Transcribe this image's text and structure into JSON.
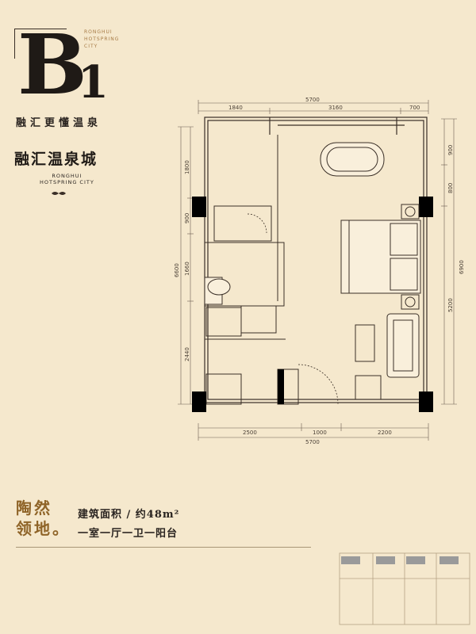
{
  "header": {
    "unit_letter": "B",
    "unit_number": "1",
    "brand_small_lines": [
      "RONGHUI",
      "HOTSPRING",
      "CITY"
    ],
    "slogan": "融汇更懂温泉"
  },
  "logo": {
    "cn": "融汇温泉城",
    "en_lines": [
      "RONGHUI",
      "HOTSPRING CITY"
    ]
  },
  "description": {
    "poem_line1": "陶然",
    "poem_line2": "领地。",
    "area": "建筑面积 / 约48m²",
    "layout": "一室一厅一卫一阳台"
  },
  "dimensions": {
    "top_total": "5700",
    "top_segments": [
      "1840",
      "3160",
      "700"
    ],
    "bottom_total": "5700",
    "bottom_segments": [
      "2500",
      "1000",
      "2200"
    ],
    "left_total": "6600",
    "left_segments": [
      "1800",
      "900",
      "1660",
      "2440"
    ],
    "right_total": "6900",
    "right_segments": [
      "900",
      "800",
      "5200"
    ]
  },
  "colors": {
    "background": "#f5e8cd",
    "accent_gold": "#8f6428",
    "wall": "#000000"
  }
}
